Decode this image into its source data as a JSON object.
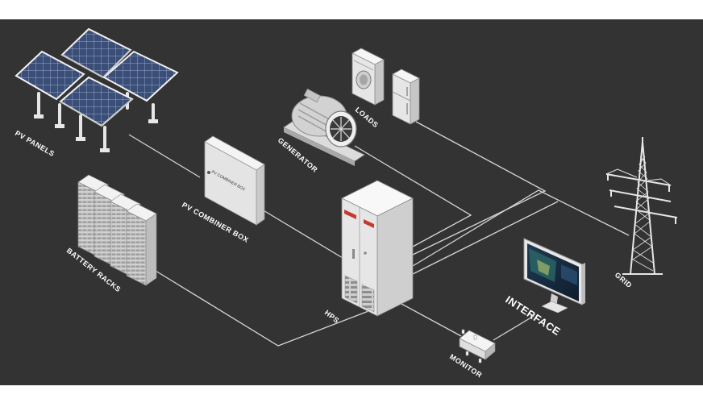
{
  "labels": {
    "pv_panels": "PV PANELS",
    "pv_combiner_box": "PV COMBINER BOX",
    "generator": "GENERATOR",
    "loads": "LOADS",
    "battery_racks": "BATTERY RACKS",
    "hps": "HPS",
    "grid": "GRID",
    "interface": "INTERFACE",
    "monitor": "MONITOR",
    "combiner_plate": "PV COMBINER BOX"
  },
  "colors": {
    "background": "#333333",
    "line": "#d6d6d6",
    "device": "#eeeeee",
    "accent": "#c43a2c"
  }
}
